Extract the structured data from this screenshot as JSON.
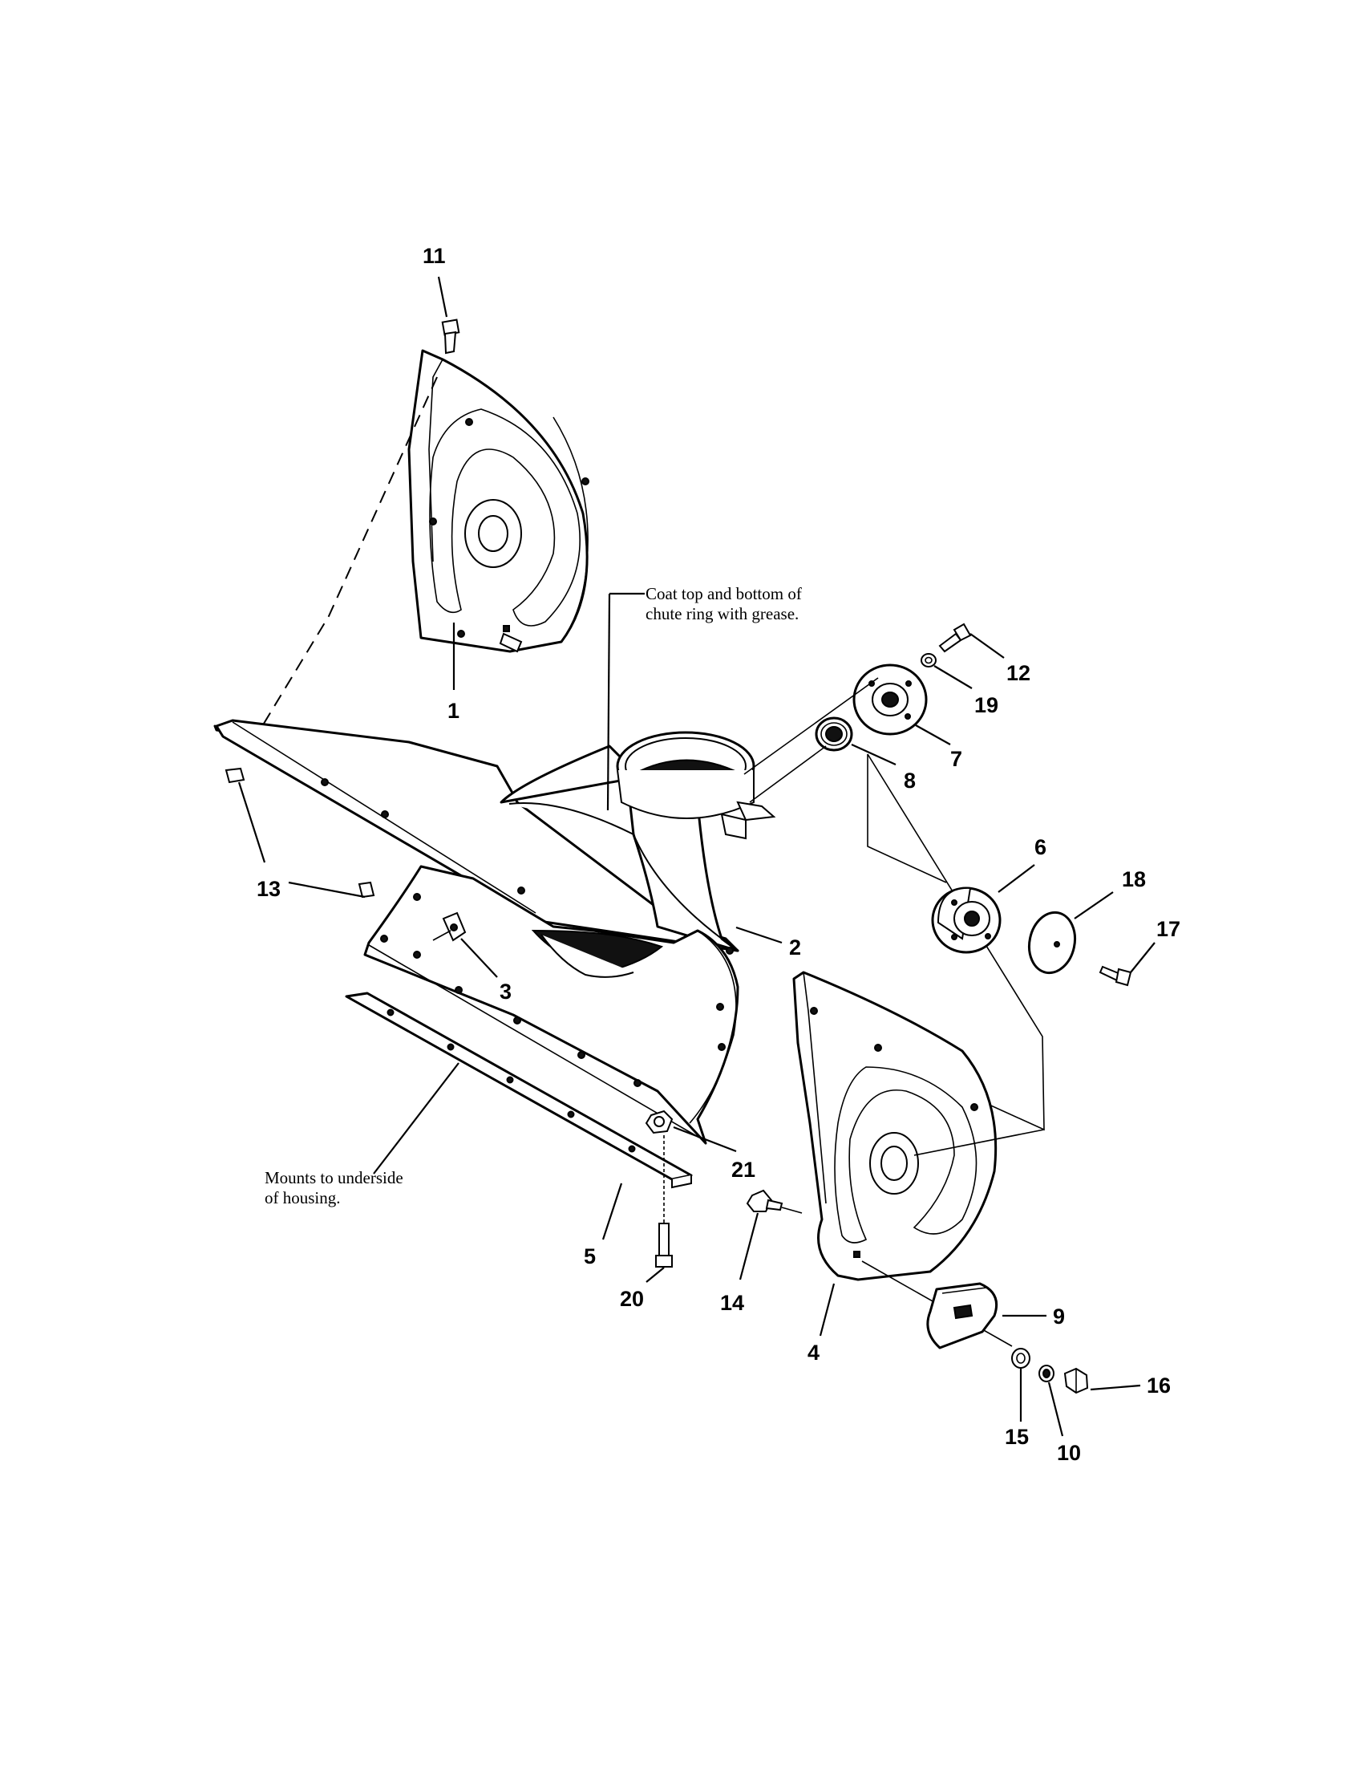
{
  "diagram": {
    "callouts": [
      {
        "id": "callout-1",
        "text": "1"
      },
      {
        "id": "callout-2",
        "text": "2"
      },
      {
        "id": "callout-3",
        "text": "3"
      },
      {
        "id": "callout-4",
        "text": "4"
      },
      {
        "id": "callout-5",
        "text": "5"
      },
      {
        "id": "callout-6",
        "text": "6"
      },
      {
        "id": "callout-7",
        "text": "7"
      },
      {
        "id": "callout-8",
        "text": "8"
      },
      {
        "id": "callout-9",
        "text": "9"
      },
      {
        "id": "callout-10",
        "text": "10"
      },
      {
        "id": "callout-11",
        "text": "11"
      },
      {
        "id": "callout-12",
        "text": "12"
      },
      {
        "id": "callout-13",
        "text": "13"
      },
      {
        "id": "callout-14",
        "text": "14"
      },
      {
        "id": "callout-15",
        "text": "15"
      },
      {
        "id": "callout-16",
        "text": "16"
      },
      {
        "id": "callout-17",
        "text": "17"
      },
      {
        "id": "callout-18",
        "text": "18"
      },
      {
        "id": "callout-19",
        "text": "19"
      },
      {
        "id": "callout-20",
        "text": "20"
      },
      {
        "id": "callout-21",
        "text": "21"
      }
    ],
    "notes": {
      "grease_line1": "Coat top and bottom of",
      "grease_line2": "chute ring with grease.",
      "mount_line1": "Mounts to underside",
      "mount_line2": "of housing."
    }
  }
}
